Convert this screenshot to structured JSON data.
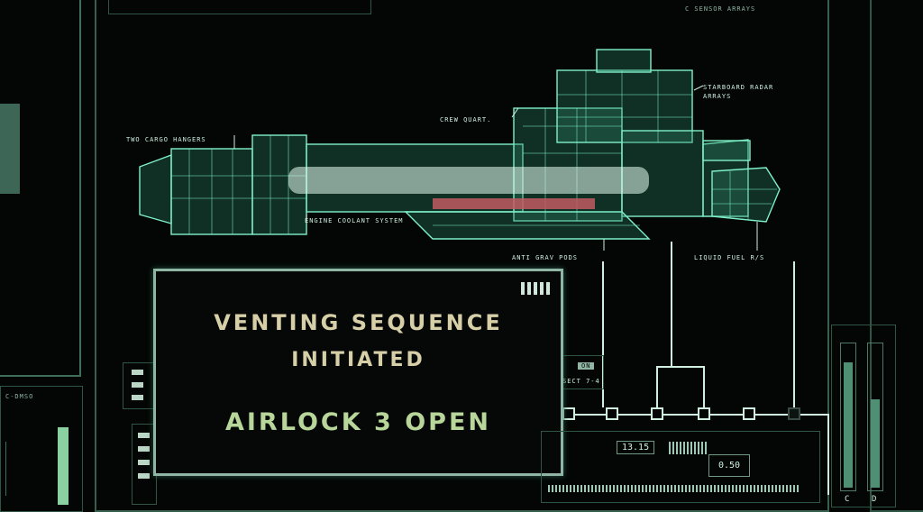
{
  "header": {
    "top_right_label": "C SENSOR ARRAYS"
  },
  "schematic": {
    "labels": {
      "cargo": "TWO CARGO HANGERS",
      "crew": "CREW QUART.",
      "radar": "STARBOARD RADAR ARRAYS",
      "coolant": "ENGINE COOLANT SYSTEM",
      "antigrav": "ANTI GRAV PODS",
      "fuel": "LIQUID FUEL R/S"
    }
  },
  "alert": {
    "line1": "VENTING SEQUENCE",
    "line2": "INITIATED",
    "line3": "AIRLOCK 3 OPEN"
  },
  "side_tags": {
    "on_tag": "ON",
    "sector": "SECT 7-4"
  },
  "readouts": {
    "value_a": "13.15",
    "value_b": "0.50"
  },
  "left_panel": {
    "label": "C-DMSO"
  },
  "gauges": {
    "labels": [
      "C",
      "D"
    ],
    "levels": [
      0.85,
      0.6
    ]
  },
  "colors": {
    "wire": "#7ff0c8",
    "coolant": "#c25a62",
    "alert_text": "#d6cfa7",
    "alert_accent": "#b9d69a"
  }
}
